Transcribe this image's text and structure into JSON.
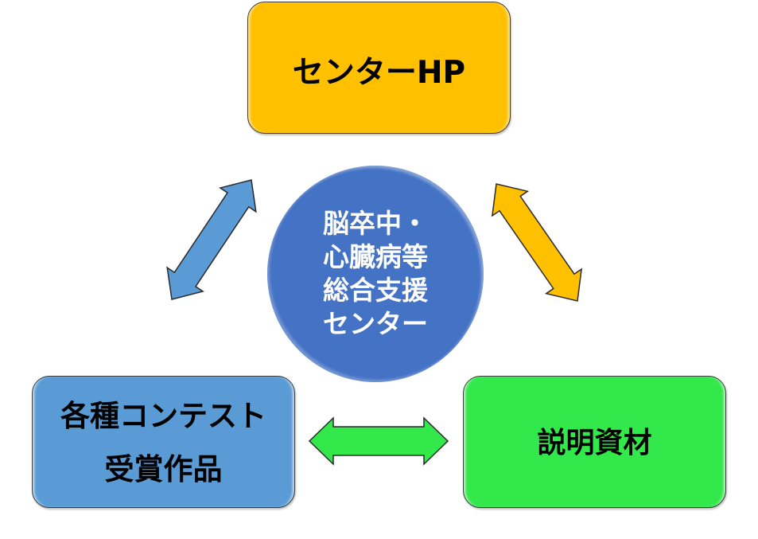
{
  "diagram": {
    "center": {
      "lines": [
        "脳卒中・",
        "心臓病等",
        "総合支援",
        "センター"
      ],
      "color": "#4472C4"
    },
    "nodes": [
      {
        "id": "top",
        "label_lines": [
          "センターHP"
        ],
        "color": "#FFC000"
      },
      {
        "id": "left",
        "label_lines": [
          "各種コンテスト",
          "受賞作品"
        ],
        "color": "#5B9BD5"
      },
      {
        "id": "right",
        "label_lines": [
          "説明資材"
        ],
        "color": "#33E84A"
      }
    ],
    "connectors": [
      {
        "from": "top",
        "to": "left",
        "type": "bidirectional-arrow",
        "color": "#5B9BD5"
      },
      {
        "from": "top",
        "to": "right",
        "type": "bidirectional-arrow",
        "color": "#FFC000"
      },
      {
        "from": "left",
        "to": "right",
        "type": "bidirectional-arrow",
        "color": "#33E84A"
      }
    ]
  }
}
